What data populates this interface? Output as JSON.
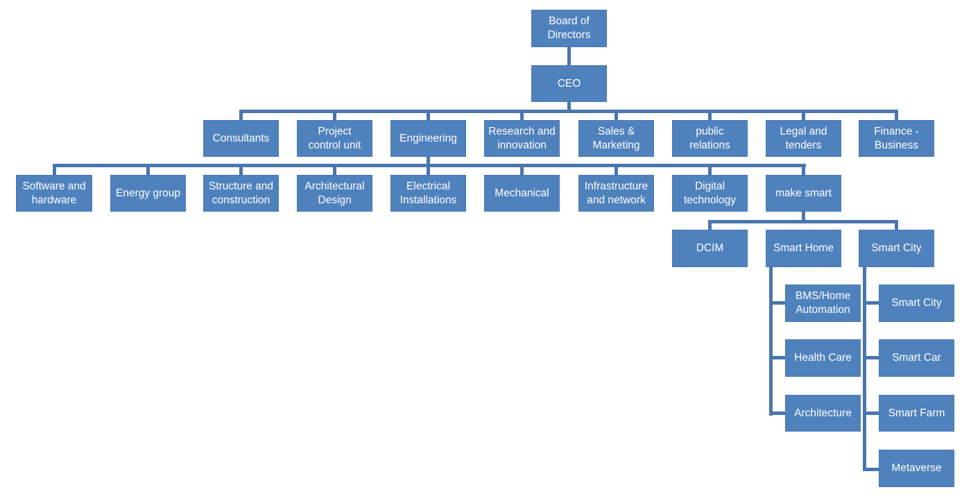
{
  "root": {
    "label": "Board of\nDirectors",
    "ceo": "CEO",
    "departments": [
      "Consultants",
      "Project\ncontrol unit",
      "Engineering",
      "Research and\ninnovation",
      "Sales &\nMarketing",
      "public\nrelations",
      "Legal and\ntenders",
      "Finance -\nBusiness"
    ],
    "engineering_units": [
      "Software and\nhardware",
      "Energy group",
      "Structure and\nconstruction",
      "Architectural\nDesign",
      "Electrical\nInstallations",
      "Mechanical",
      "Infrastructure\nand network",
      "Digital\ntechnology",
      "make smart"
    ],
    "make_smart_units": [
      "DCIM",
      "Smart Home",
      "Smart City"
    ],
    "smart_home_items": [
      "BMS/Home\nAutomation",
      "Health Care",
      "Architecture"
    ],
    "smart_city_items": [
      "Smart City",
      "Smart Car",
      "Smart Farm",
      "Metaverse"
    ]
  }
}
